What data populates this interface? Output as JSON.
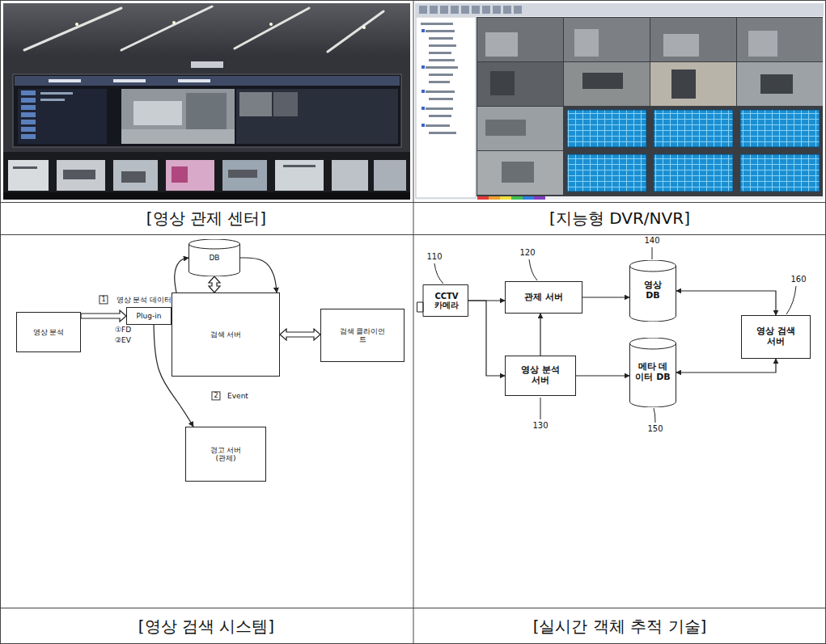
{
  "diagram": {
    "nodes": [
      {
        "text": [
          "DB"
        ]
      },
      {
        "text": [
          "영상 분석"
        ]
      },
      {
        "text": [
          "Plug-in"
        ]
      },
      {
        "text": [
          "검색 서버"
        ]
      },
      {
        "text": [
          "검색 클라이언트"
        ]
      },
      {
        "text": [
          "경고 서버 (관제)"
        ]
      },
      {
        "text": [
          "CCTV 카메라"
        ]
      },
      {
        "text": [
          "관제 서버"
        ]
      },
      {
        "text": [
          "영상 DB"
        ]
      },
      {
        "text": [
          "영상 분석 서버"
        ]
      },
      {
        "text": [
          "메타 데이터 DB"
        ]
      },
      {
        "text": [
          "영상 검색 서버"
        ]
      }
    ],
    "edges": [
      {
        "from": 1,
        "to": 2,
        "arrow": "to",
        "label": "영상 분석 데이터"
      },
      {
        "from": 0,
        "to": 3,
        "arrow": "both"
      },
      {
        "from": 3,
        "to": 4,
        "arrow": "both"
      },
      {
        "from": 2,
        "to": 5,
        "arrow": "to",
        "label": "Event"
      },
      {
        "from": 3,
        "to": 0,
        "arrow": "to"
      },
      {
        "from": 0,
        "to": 3,
        "arrow": "to"
      },
      {
        "from": 6,
        "to": 7,
        "arrow": "to"
      },
      {
        "from": 6,
        "to": 9,
        "arrow": "to"
      },
      {
        "from": 9,
        "to": 7,
        "arrow": "to"
      },
      {
        "from": 7,
        "to": 8,
        "arrow": "to"
      },
      {
        "from": 9,
        "to": 10,
        "arrow": "to"
      },
      {
        "from": 11,
        "to": 8,
        "arrow": "both"
      },
      {
        "from": 11,
        "to": 10,
        "arrow": "both"
      }
    ],
    "labels": [
      "[영상 관제 센터]",
      "[지능형 DVR/NVR]",
      "1",
      "①FD",
      "②EV",
      "2",
      "110",
      "120",
      "140",
      "160",
      "130",
      "150",
      "[영상 검색 시스템]",
      "[실시간 객체 추적 기술]"
    ]
  }
}
